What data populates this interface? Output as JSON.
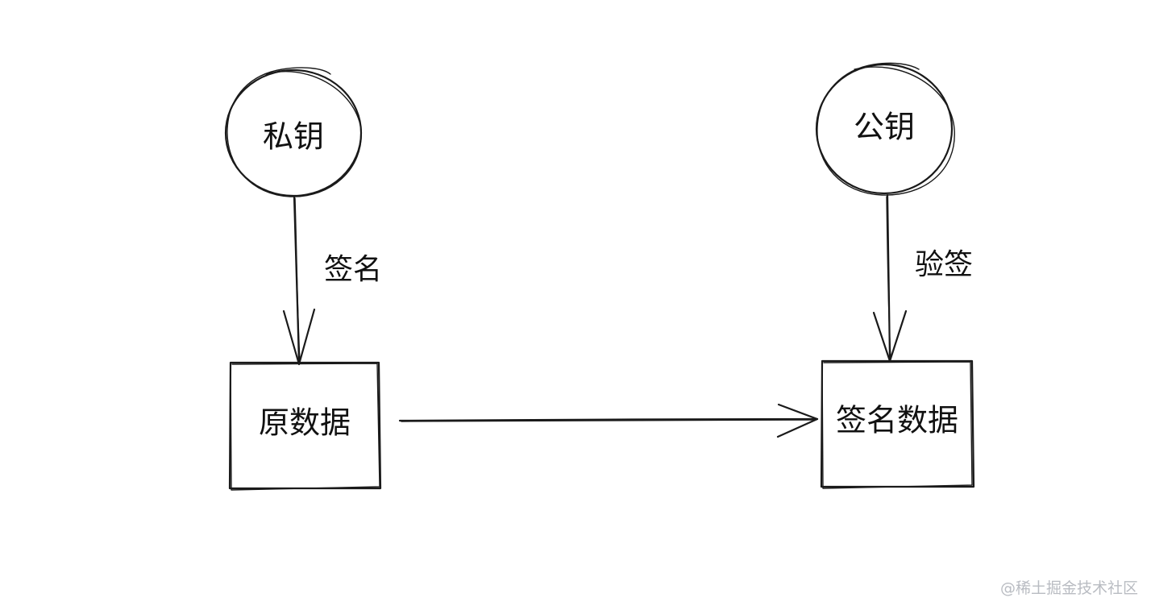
{
  "nodes": {
    "private_key": "私钥",
    "public_key": "公钥",
    "raw_data": "原数据",
    "signed_data": "签名数据"
  },
  "edges": {
    "sign": "签名",
    "verify": "验签"
  },
  "watermark": "@稀土掘金技术社区"
}
